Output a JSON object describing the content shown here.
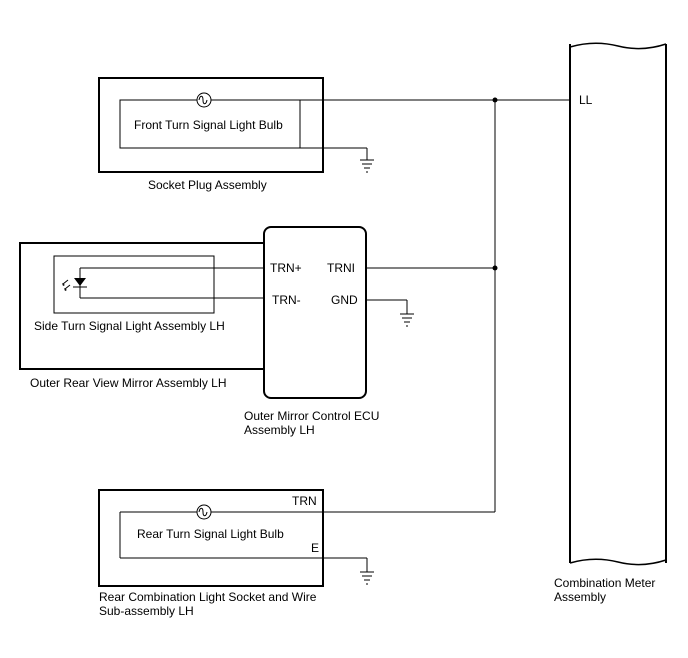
{
  "labels": {
    "front_bulb": "Front Turn  Signal Light Bulb",
    "socket_plug": "Socket Plug Assembly",
    "side_light": "Side Turn Signal Light Assembly LH",
    "mirror_assembly": "Outer Rear View Mirror Assembly LH",
    "ecu_line1": "Outer Mirror Control ECU",
    "ecu_line2": "Assembly LH",
    "rear_bulb": "Rear Turn  Signal Light Bulb",
    "rear_socket_line1": "Rear Combination Light Socket and Wire",
    "rear_socket_line2": "Sub-assembly LH",
    "meter_line1": "Combination Meter",
    "meter_line2": "Assembly"
  },
  "pins": {
    "ll": "LL",
    "trn_plus": "TRN+",
    "trn_minus": "TRN-",
    "trni": "TRNI",
    "gnd": "GND",
    "trn": "TRN",
    "e": "E"
  },
  "components": [
    {
      "type": "bulb",
      "ref": "front_bulb"
    },
    {
      "type": "led",
      "ref": "side_light"
    },
    {
      "type": "bulb",
      "ref": "rear_bulb"
    },
    {
      "type": "ground",
      "count": 3
    }
  ]
}
